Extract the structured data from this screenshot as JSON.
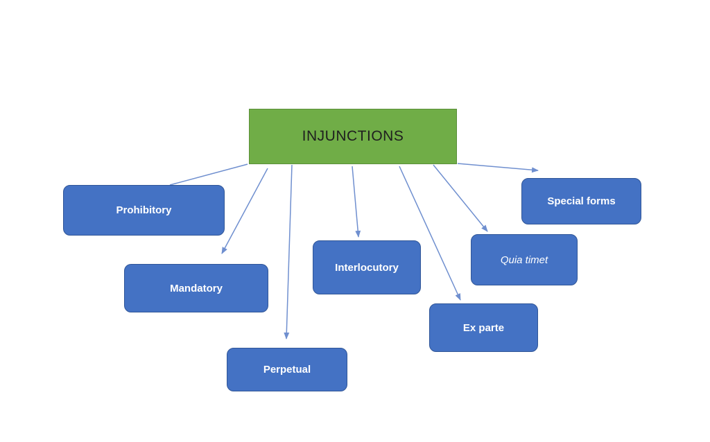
{
  "diagram": {
    "root": {
      "label": "INJUNCTIONS"
    },
    "children": [
      {
        "id": "prohibitory",
        "label": "Prohibitory"
      },
      {
        "id": "mandatory",
        "label": "Mandatory"
      },
      {
        "id": "perpetual",
        "label": "Perpetual"
      },
      {
        "id": "interlocutory",
        "label": "Interlocutory"
      },
      {
        "id": "exparte",
        "label": "Ex parte"
      },
      {
        "id": "quiatimet",
        "label": "Quia timet",
        "italic": true
      },
      {
        "id": "special",
        "label": "Special forms"
      }
    ],
    "colors": {
      "root_fill": "#70ad47",
      "child_fill": "#4472c4",
      "child_text": "#ffffff",
      "connector": "#6f8fcf"
    }
  }
}
